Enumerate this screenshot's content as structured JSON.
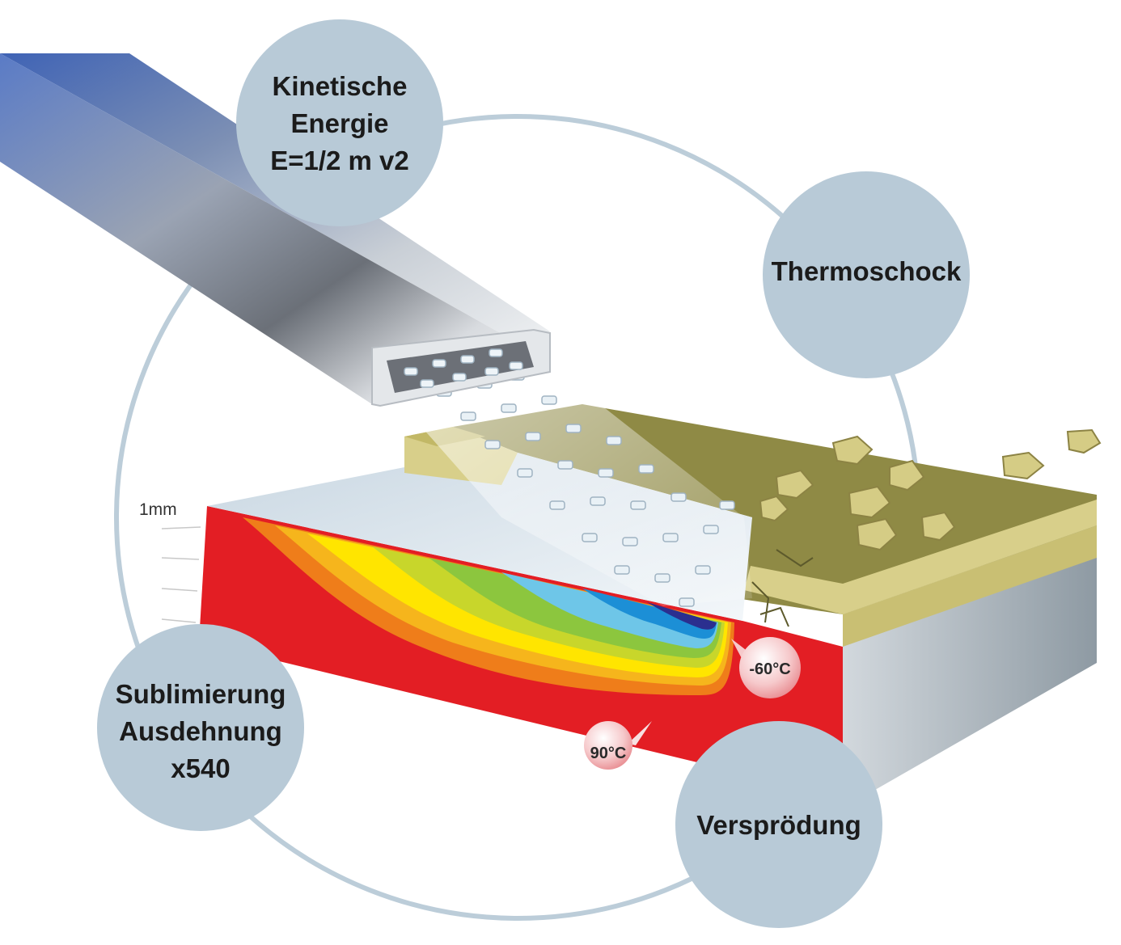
{
  "bubbles": {
    "kinetic": {
      "lines": [
        "Kinetische",
        "Energie",
        "E=1/2 m v2"
      ]
    },
    "thermo": {
      "lines": [
        "Thermoschock"
      ]
    },
    "sublim": {
      "lines": [
        "Sublimierung",
        "Ausdehnung",
        "x540"
      ]
    },
    "embrittle": {
      "lines": [
        "Versprödung"
      ]
    }
  },
  "temperatures": {
    "cold": "-60°C",
    "hot": "90°C"
  },
  "scale": {
    "label": "1mm"
  },
  "colors": {
    "bubble_fill": "#b8cad7",
    "ring": "#bccdd9",
    "substrate_red": "#e31e24",
    "coating_olive": "#8f8a45",
    "coating_edge": "#d8cf8a"
  }
}
